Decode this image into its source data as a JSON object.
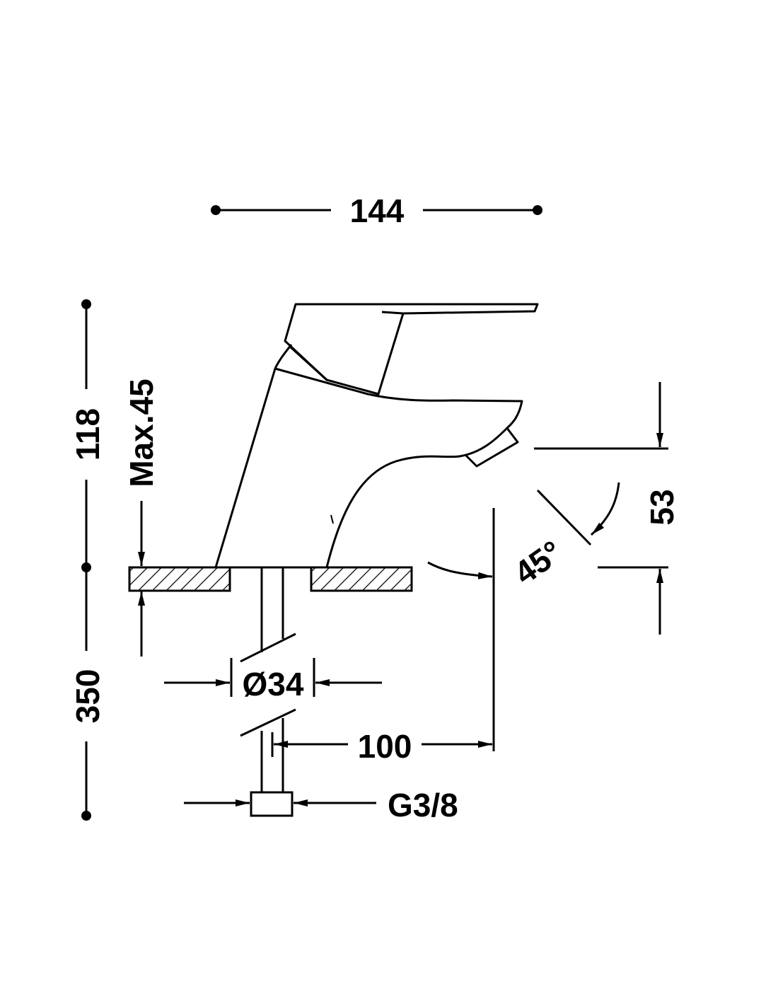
{
  "dimensions": {
    "width_total": "144",
    "height_total": "118",
    "deck_thickness_max": "Max.45",
    "spout_height": "53",
    "swivel_angle": "45°",
    "hole_diameter": "Ø34",
    "spout_reach": "100",
    "hose_length": "350",
    "connection_thread": "G3/8"
  },
  "colors": {
    "line": "#000000",
    "background": "#ffffff"
  }
}
